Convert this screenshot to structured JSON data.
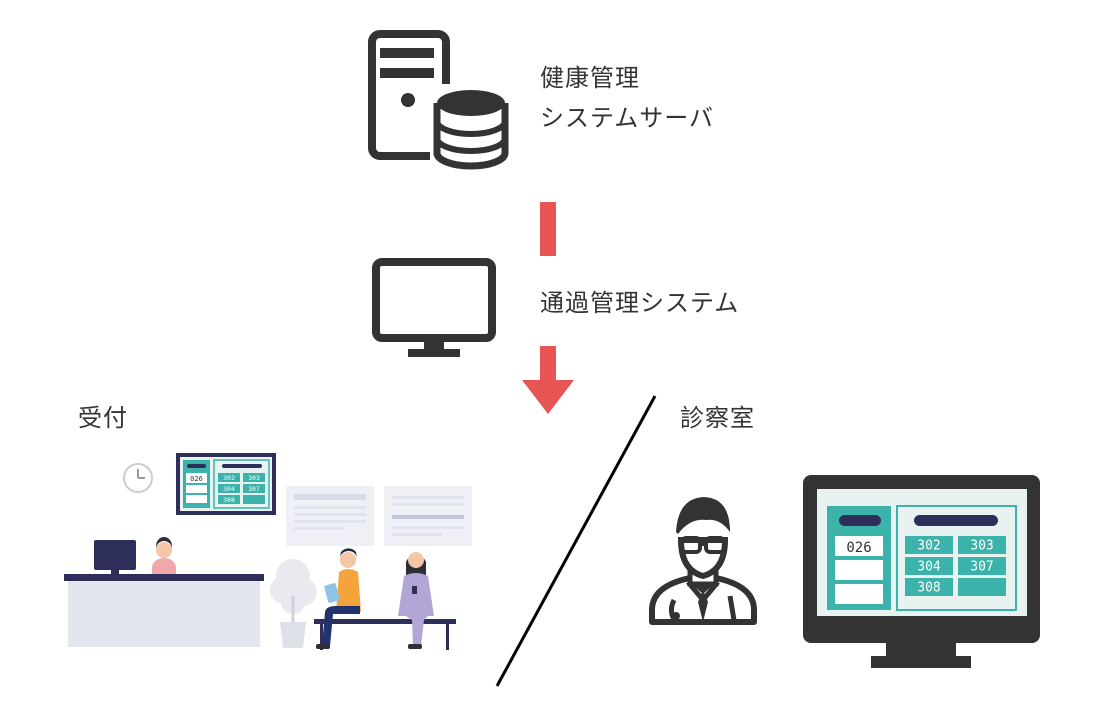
{
  "server": {
    "line1": "健康管理",
    "line2": "システムサーバ"
  },
  "system": {
    "label": "通過管理システム"
  },
  "reception": {
    "label": "受付"
  },
  "exam_room": {
    "label": "診察室"
  },
  "display_board": {
    "current": "026",
    "waiting": [
      "302",
      "303",
      "304",
      "307",
      "308"
    ]
  },
  "colors": {
    "arrow": "#e85555",
    "icon": "#333333",
    "teal": "#3bb3aa",
    "navy": "#2e2e5a"
  }
}
